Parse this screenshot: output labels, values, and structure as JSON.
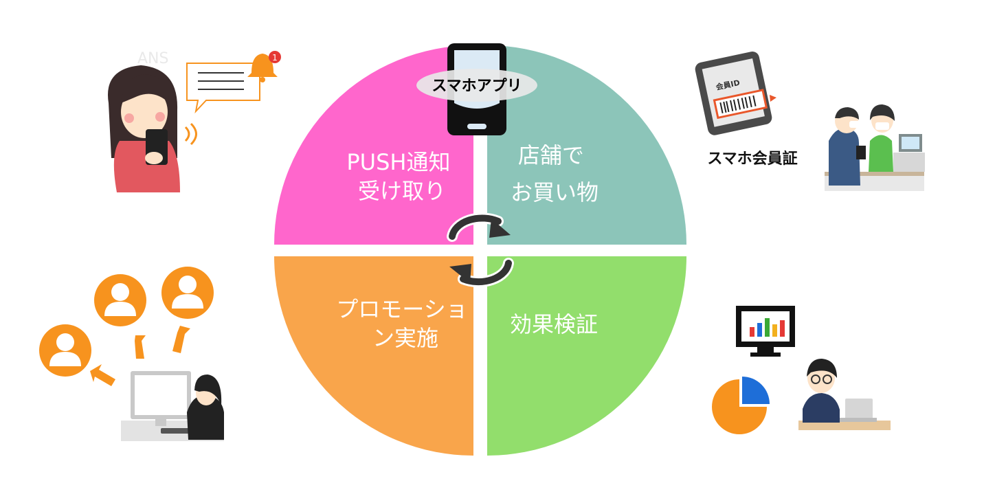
{
  "center": {
    "label": "スマホアプリ"
  },
  "quadrants": [
    {
      "lines": [
        "PUSH通知",
        "受け取り"
      ],
      "color": "#ff66cc"
    },
    {
      "lines": [
        "店舗で",
        "お買い物"
      ],
      "color": "#8cc5b9"
    },
    {
      "lines": [
        "プロモーショ",
        "ン実施"
      ],
      "color": "#f9a54b"
    },
    {
      "lines": [
        "効果検証"
      ],
      "color": "#92de6c"
    }
  ],
  "membership_card": {
    "label": "スマホ会員証",
    "card_text": "会員ID"
  },
  "colors": {
    "orange": "#f7931e",
    "dark": "#333333",
    "bar_red": "#e53935",
    "bar_blue": "#1e6ed8",
    "bar_green": "#3aa935",
    "bar_yellow": "#f2b01e"
  }
}
